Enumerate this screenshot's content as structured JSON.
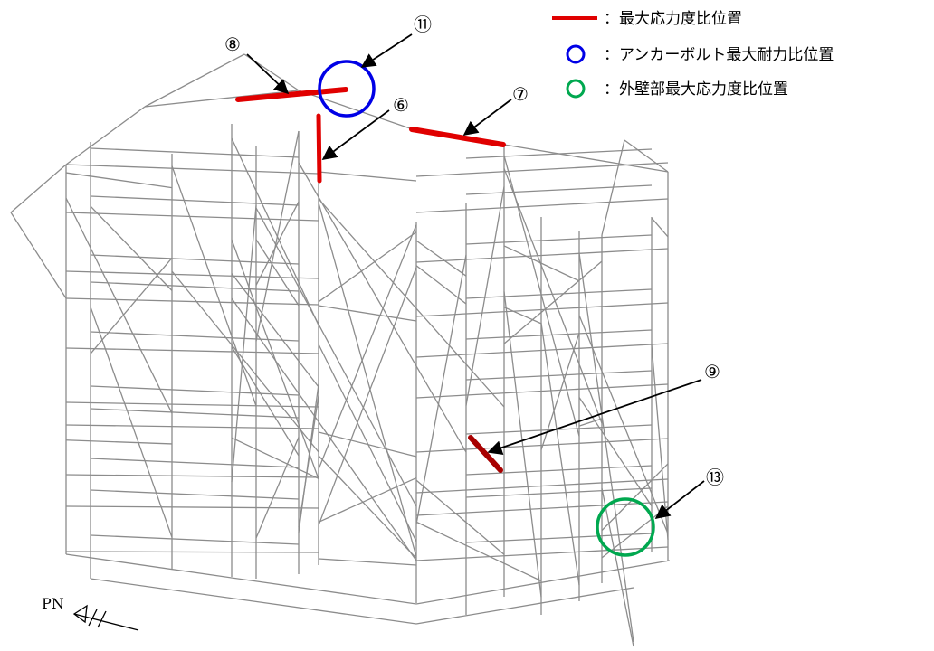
{
  "legend": {
    "items": [
      {
        "symbol": "red-line",
        "color": "#e00000",
        "text": "：最大応力度比位置"
      },
      {
        "symbol": "blue-circle",
        "color": "#0000e6",
        "text": "：アンカーボルト最大耐力比位置"
      },
      {
        "symbol": "green-circle",
        "color": "#00a84f",
        "text": "：外壁部最大応力度比位置"
      }
    ]
  },
  "callouts": {
    "c6": "⑥",
    "c7": "⑦",
    "c8": "⑧",
    "c9": "⑨",
    "c11": "⑪",
    "c13": "⑬"
  },
  "north": {
    "label": "PN"
  },
  "colors": {
    "frame": "#8c8c8c",
    "max_stress": "#e00000",
    "max_stress_dark": "#b00000",
    "anchor": "#0000e6",
    "wall": "#00a84f"
  }
}
